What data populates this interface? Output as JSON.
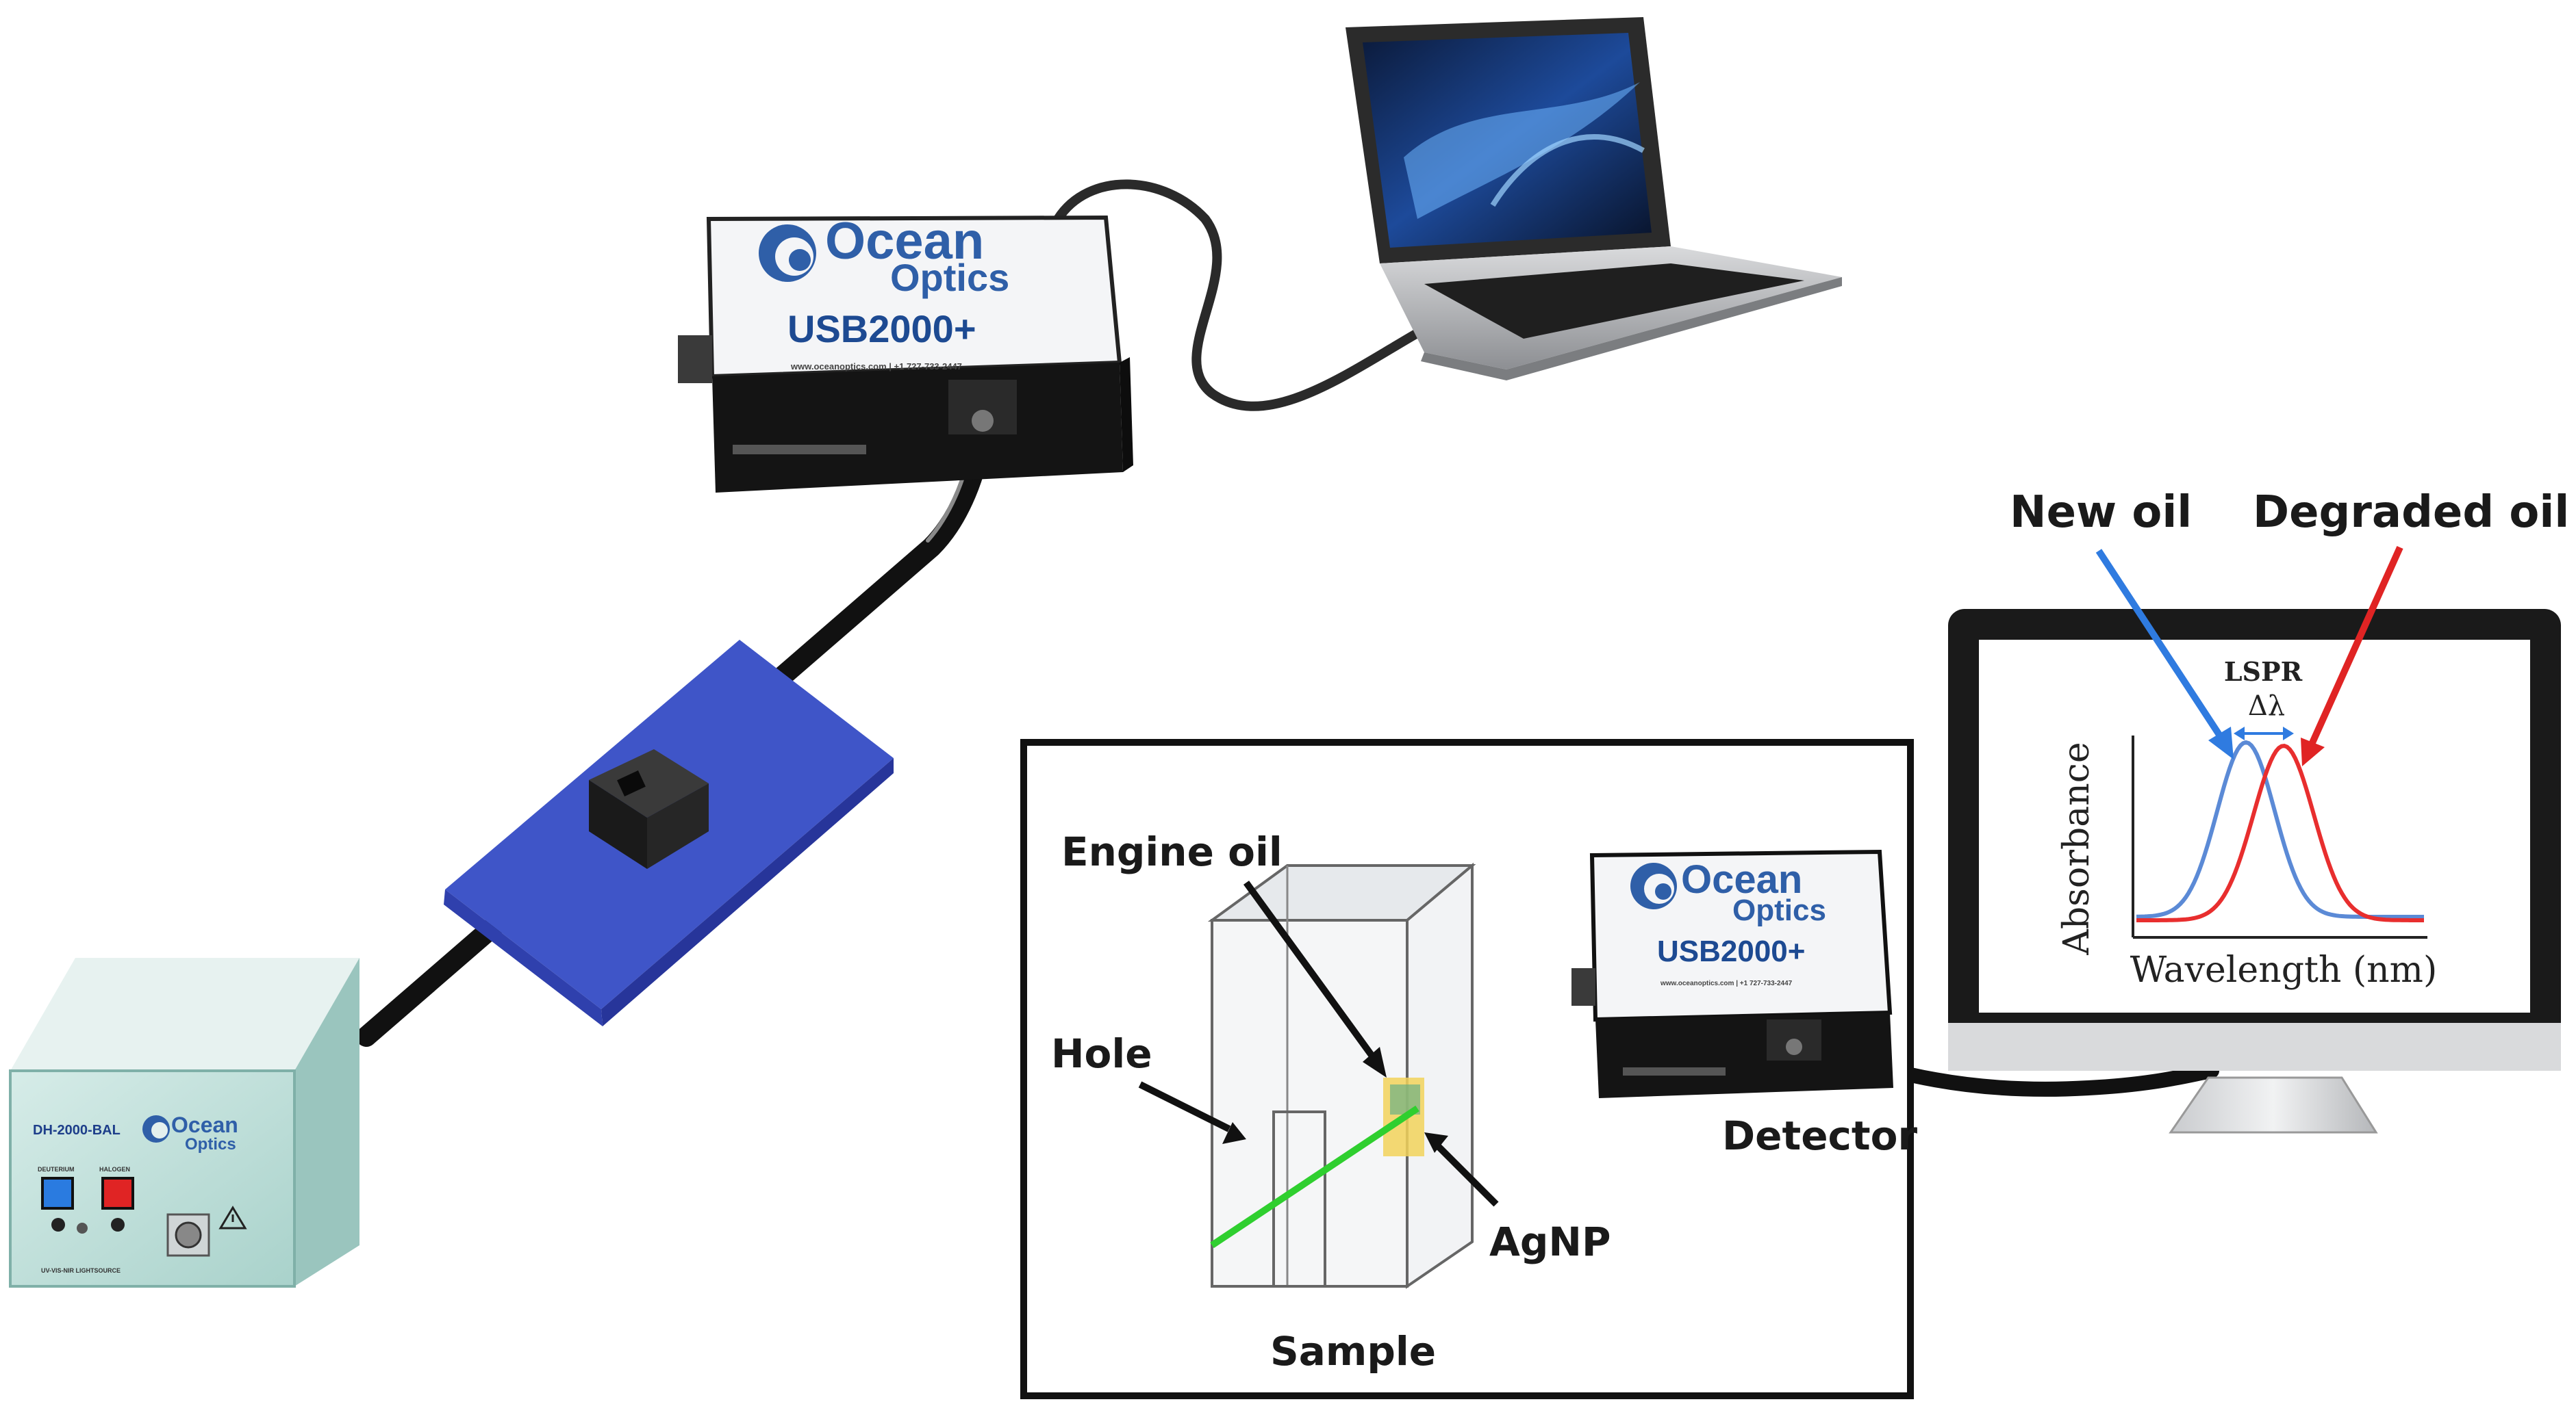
{
  "devices": {
    "spectrometer_top": {
      "brand_line1": "Ocean",
      "brand_line2": "Optics",
      "model": "USB2000+",
      "contact": "www.oceanoptics.com | +1 727-733-2447"
    },
    "spectrometer_small": {
      "brand_line1": "Ocean",
      "brand_line2": "Optics",
      "model": "USB2000+",
      "contact": "www.oceanoptics.com | +1 727-733-2447"
    },
    "light_source": {
      "model": "DH-2000-BAL",
      "brand_line1": "Ocean",
      "brand_line2": "Optics",
      "switch1": "DEUTERIUM",
      "switch2": "HALOGEN",
      "caption": "UV-VIS-NIR LIGHTSOURCE"
    }
  },
  "inset": {
    "label_engine_oil": "Engine oil",
    "label_hole": "Hole",
    "label_agnp": "AgNP",
    "label_sample": "Sample",
    "label_detector": "Detector"
  },
  "monitor": {
    "label_new_oil": "New oil",
    "label_degraded_oil": "Degraded oil",
    "lspr": "LSPR",
    "delta": "Δλ",
    "ylabel": "Absorbance",
    "xlabel": "Wavelength (nm)"
  },
  "colors": {
    "new_oil": "#2f7be0",
    "degraded_oil": "#e02424",
    "mount_blue": "#3f55c8",
    "laser_green": "#2fcf2f"
  }
}
